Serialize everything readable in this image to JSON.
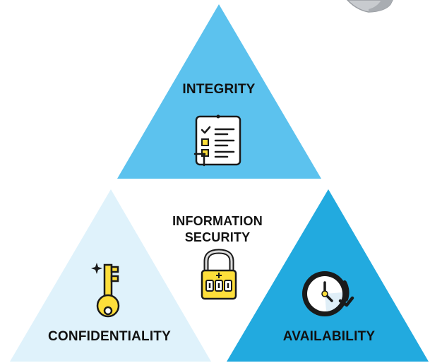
{
  "title": {
    "line1": "INFORMATION",
    "line2": "SECURITY"
  },
  "sections": {
    "integrity": "INTEGRITY",
    "confidentiality": "CONFIDENTIALITY",
    "availability": "AVAILABILITY"
  },
  "colors": {
    "integrity": "#5cc2ee",
    "confidentiality": "#dff2fb",
    "availability": "#22aadf",
    "accent_yellow": "#fdde3a",
    "outline": "#1a1a1a",
    "text": "#111111"
  },
  "icons": {
    "integrity": "clipboard-checklist-icon",
    "center": "padlock-icon",
    "confidentiality": "key-icon",
    "availability": "clock-icon",
    "top_right": "shield-icon"
  }
}
